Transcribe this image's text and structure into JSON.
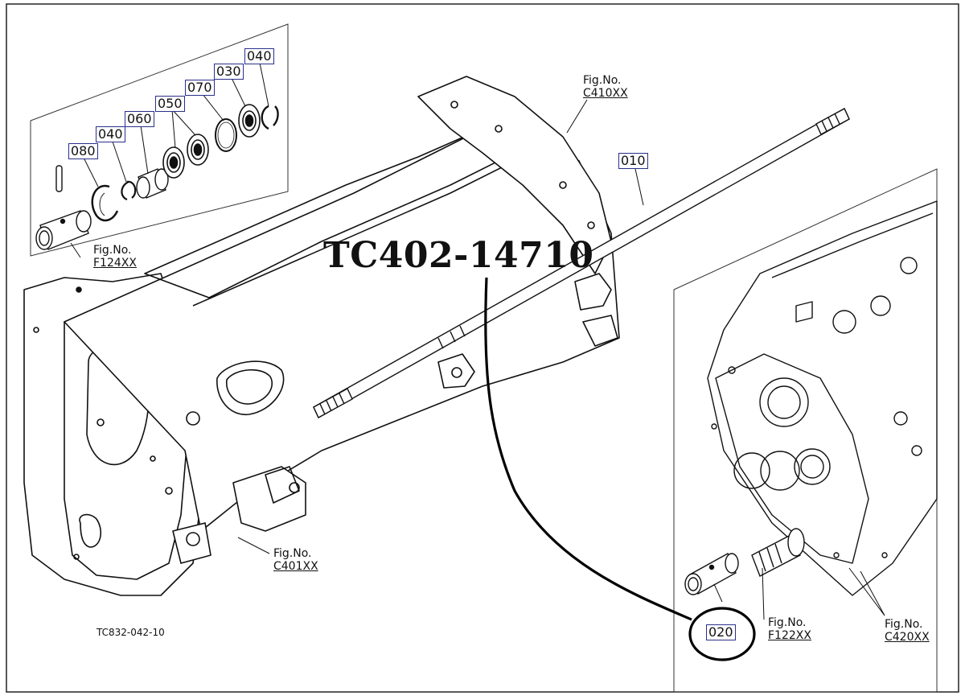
{
  "part_number": "TC402-14710",
  "diagram_code": "TC832-042-10",
  "fig_refs": [
    {
      "line1": "Fig.No.",
      "line2": "C410XX"
    },
    {
      "line1": "Fig.No.",
      "line2": "F124XX"
    },
    {
      "line1": "Fig.No.",
      "line2": "C401XX"
    },
    {
      "line1": "Fig.No.",
      "line2": "F122XX"
    },
    {
      "line1": "Fig.No.",
      "line2": "C420XX"
    }
  ],
  "callouts": [
    "040",
    "030",
    "070",
    "050",
    "060",
    "040",
    "080",
    "010",
    "020"
  ],
  "colors": {
    "line": "#111111",
    "callout_border": "#2a2f8a",
    "highlight": "#000000"
  }
}
